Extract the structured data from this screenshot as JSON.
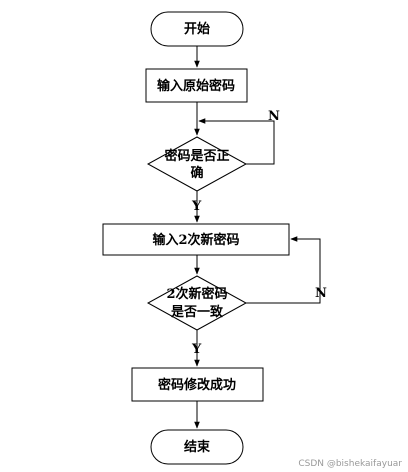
{
  "nodes": {
    "start": "开始",
    "input_original": "输入原始密码",
    "check_original_line1": "密码是否正",
    "check_original_line2": "确",
    "input_new": "输入2次新密码",
    "check_new_line1": "2次新密码",
    "check_new_line2": "是否一致",
    "success": "密码修改成功",
    "end": "结束"
  },
  "edges": {
    "no_label": "N",
    "yes_label": "Y"
  },
  "watermark": "CSDN @bishekaifayuar"
}
